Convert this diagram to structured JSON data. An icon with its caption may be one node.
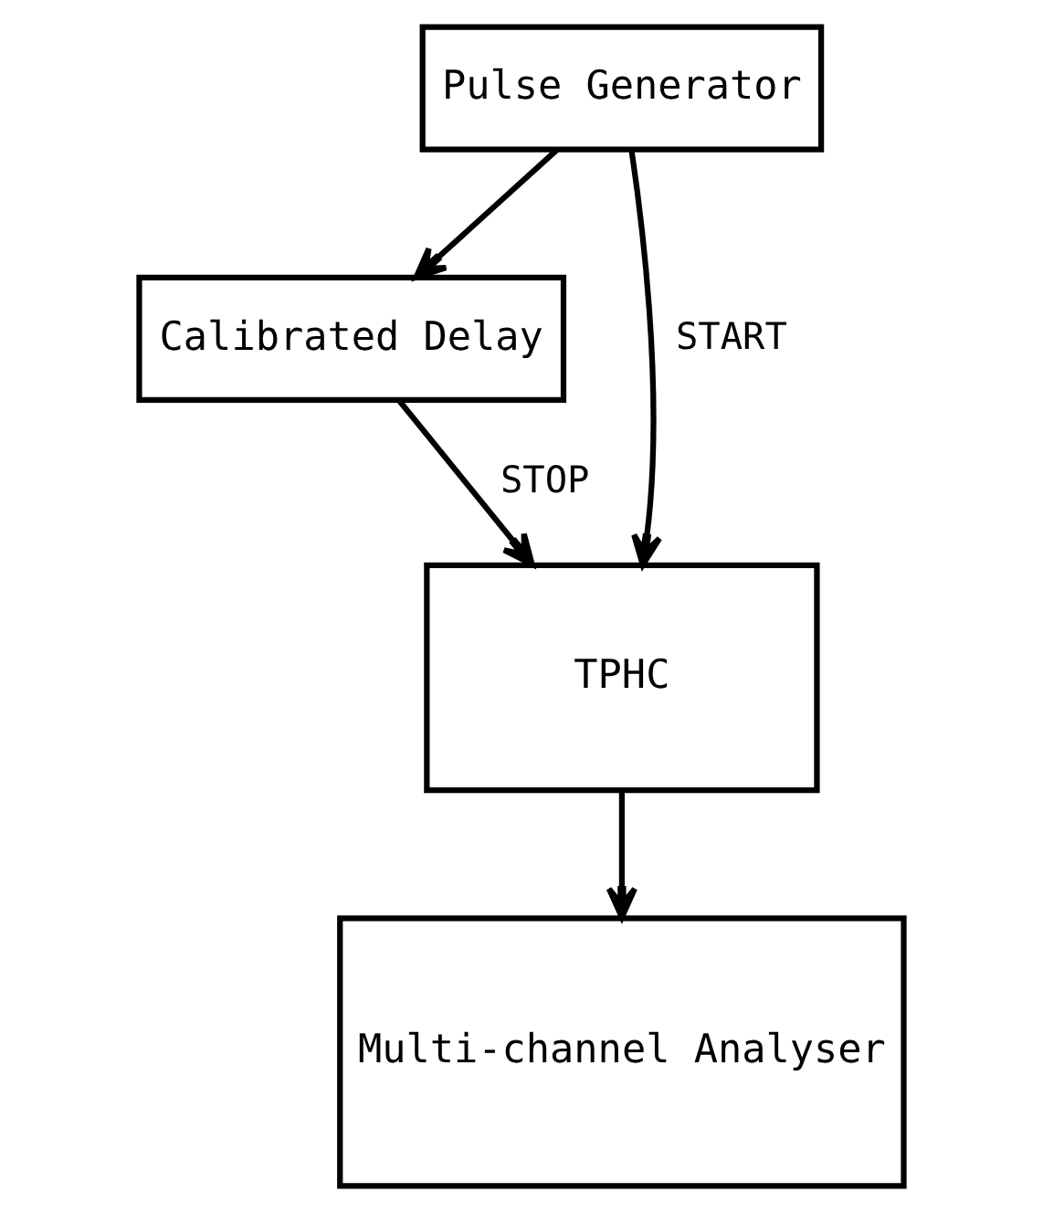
{
  "diagram": {
    "nodes": [
      {
        "text": [
          "Pulse Generator"
        ]
      },
      {
        "text": [
          "Calibrated Delay"
        ]
      },
      {
        "text": [
          "TPHC"
        ]
      },
      {
        "text": [
          "Multi-channel Analyser"
        ]
      }
    ],
    "edges": [
      {
        "from": 0,
        "to": 1,
        "arrow": "to"
      },
      {
        "from": 0,
        "to": 2,
        "arrow": "to",
        "label": "START"
      },
      {
        "from": 1,
        "to": 2,
        "arrow": "to",
        "label": "STOP"
      },
      {
        "from": 2,
        "to": 3,
        "arrow": "to"
      }
    ]
  }
}
